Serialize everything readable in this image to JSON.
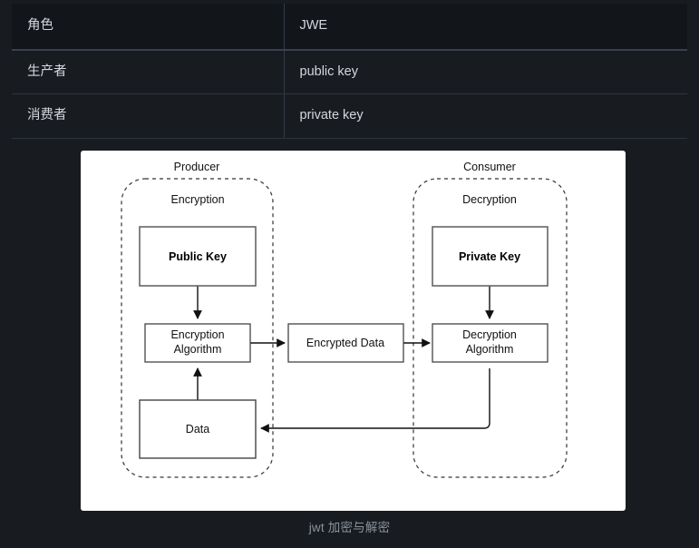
{
  "table": {
    "headers": [
      "角色",
      "JWE"
    ],
    "rows": [
      [
        "生产者",
        "public key"
      ],
      [
        "消费者",
        "private key"
      ]
    ]
  },
  "figure": {
    "caption": "jwt 加密与解密",
    "groups": [
      {
        "outer_label": "Producer",
        "inner_label": "Encryption"
      },
      {
        "outer_label": "Consumer",
        "inner_label": "Decryption"
      }
    ],
    "nodes": [
      {
        "id": "public-key",
        "label": "Public Key",
        "bold": true
      },
      {
        "id": "private-key",
        "label": "Private Key",
        "bold": true
      },
      {
        "id": "encryption-algorithm",
        "label_line1": "Encryption",
        "label_line2": "Algorithm"
      },
      {
        "id": "decryption-algorithm",
        "label_line1": "Decryption",
        "label_line2": "Algorithm"
      },
      {
        "id": "encrypted-data",
        "label": "Encrypted Data"
      },
      {
        "id": "data",
        "label": "Data"
      }
    ]
  },
  "colors": {
    "page_background": "#181c20",
    "card_background": "#ffffff",
    "table_header_background": "#12161b",
    "table_text": "#d4d8de",
    "caption_text": "#8b929c",
    "diagram_stroke": "#111111",
    "diagram_dashed_stroke": "#333333"
  }
}
